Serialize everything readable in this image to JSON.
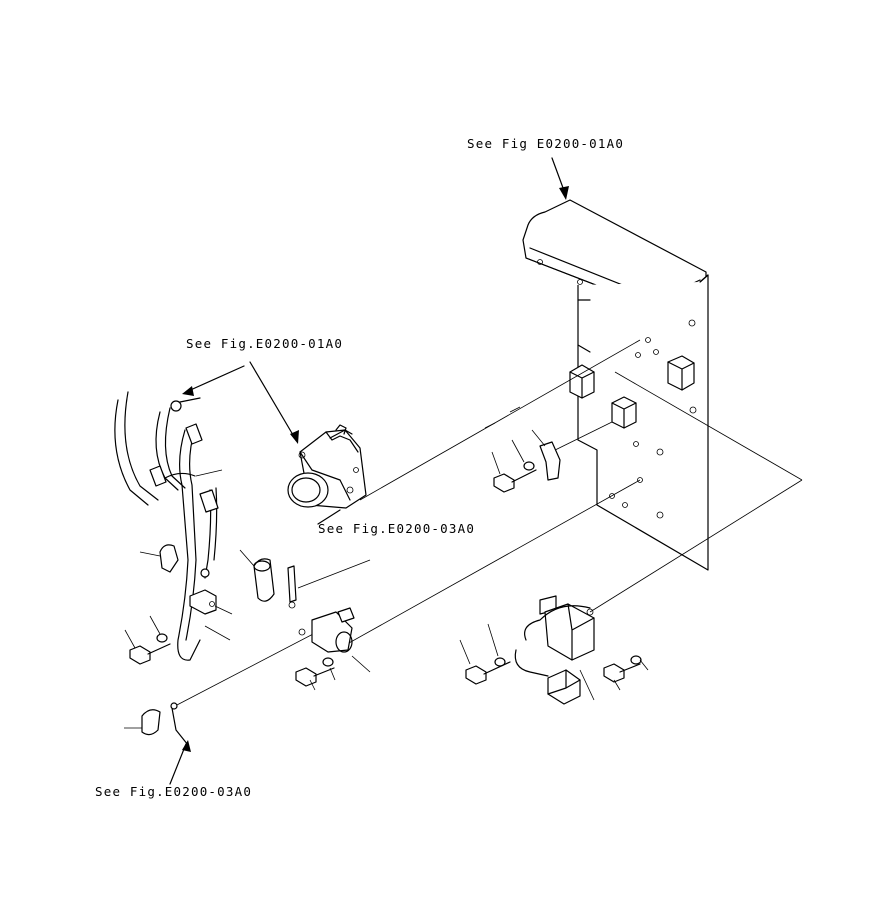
{
  "references": {
    "top_right": "See Fig E0200-01A0",
    "upper_left": "See Fig.E0200-01A0",
    "middle": "See Fig.E0200-03A0",
    "bottom_left": "See Fig.E0200-03A0"
  },
  "colors": {
    "line": "#000000",
    "background": "#ffffff"
  }
}
